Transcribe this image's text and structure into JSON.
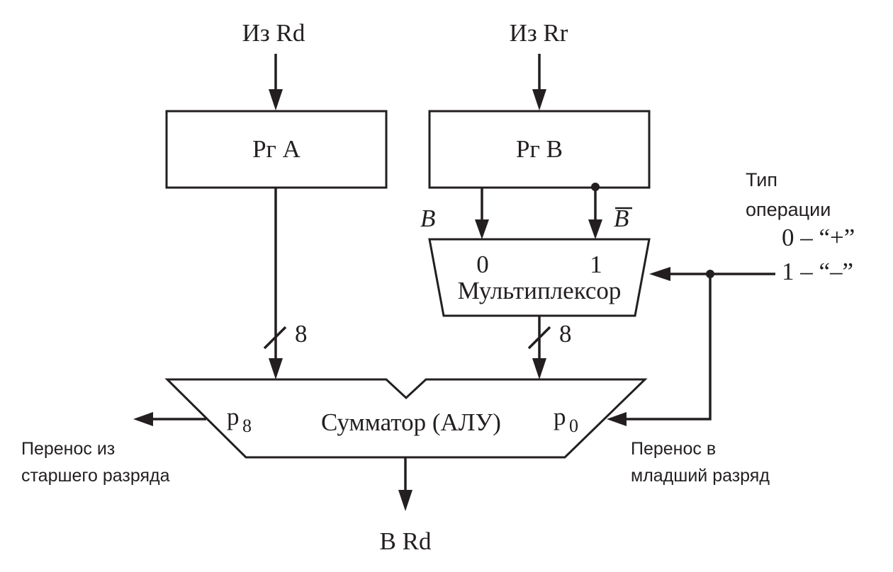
{
  "inputs": {
    "from_rd": "Из Rd",
    "from_rr": "Из Rr"
  },
  "registers": {
    "reg_a": "Рг А",
    "reg_b": "Рг В"
  },
  "signals": {
    "b": "B",
    "b_inv": "B"
  },
  "multiplexer": {
    "label": "Мультиплексор",
    "input_0": "0",
    "input_1": "1"
  },
  "bus_width": {
    "left": "8",
    "right": "8"
  },
  "operation": {
    "title_line1": "Тип",
    "title_line2": "операции",
    "option_add": "0 – “+”",
    "option_sub": "1 – “–”"
  },
  "alu": {
    "label": "Сумматор (АЛУ)",
    "carry_high": "p",
    "carry_high_sub": "8",
    "carry_low": "p",
    "carry_low_sub": "0"
  },
  "carry_out": {
    "line1": "Перенос из",
    "line2": "старшего разряда"
  },
  "carry_in": {
    "line1": "Перенос в",
    "line2": "младший разряд"
  },
  "output": "В Rd"
}
